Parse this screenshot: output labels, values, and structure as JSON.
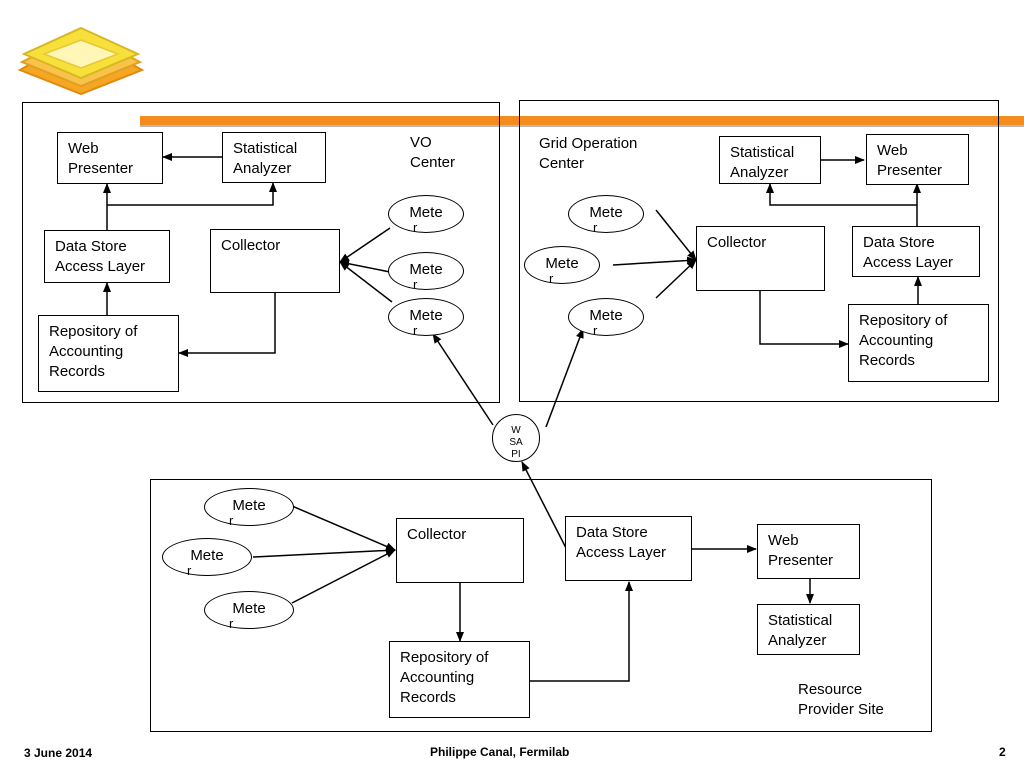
{
  "footer": {
    "date": "3 June 2014",
    "author": "Philippe Canal, Fermilab",
    "page_number": "2"
  },
  "vo_center": {
    "title": "VO\nCenter",
    "web_presenter": "Web\nPresenter",
    "statistical_analyzer": "Statistical\nAnalyzer",
    "data_store": "Data Store\nAccess Layer",
    "collector": "Collector",
    "repository": "Repository of\nAccounting\nRecords",
    "meters": [
      {
        "line1": "Mete",
        "line2": "r"
      },
      {
        "line1": "Mete",
        "line2": "r"
      },
      {
        "line1": "Mete",
        "line2": "r"
      }
    ]
  },
  "grid_center": {
    "title": "Grid Operation\nCenter",
    "web_presenter": "Web\nPresenter",
    "statistical_analyzer": "Statistical\nAnalyzer",
    "data_store": "Data Store\nAccess Layer",
    "collector": "Collector",
    "repository": "Repository of\nAccounting\nRecords",
    "meters": [
      {
        "line1": "Mete",
        "line2": "r"
      },
      {
        "line1": "Mete",
        "line2": "r"
      },
      {
        "line1": "Mete",
        "line2": "r"
      }
    ]
  },
  "resource_site": {
    "title": "Resource\nProvider Site",
    "web_presenter": "Web\nPresenter",
    "statistical_analyzer": "Statistical\nAnalyzer",
    "data_store": "Data Store\nAccess Layer",
    "collector": "Collector",
    "repository": "Repository of\nAccounting\nRecords",
    "meters": [
      {
        "line1": "Mete",
        "line2": "r"
      },
      {
        "line1": "Mete",
        "line2": "r"
      },
      {
        "line1": "Mete",
        "line2": "r"
      }
    ]
  },
  "wsapi": "W\nSA\nPI",
  "colors": {
    "banner_orange": "#f28c1e",
    "logo_yellow": "#f7e03c",
    "logo_orange": "#f5a623"
  }
}
